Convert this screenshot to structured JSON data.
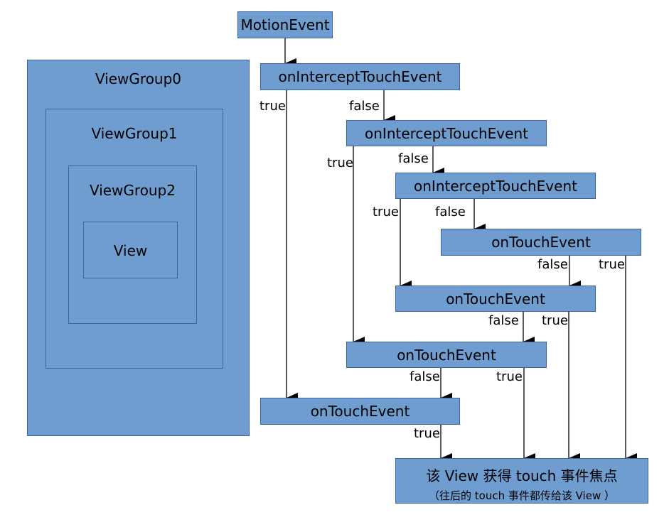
{
  "hierarchy": {
    "viewgroup0": "ViewGroup0",
    "viewgroup1": "ViewGroup1",
    "viewgroup2": "ViewGroup2",
    "view": "View"
  },
  "flow": {
    "motion_event": "MotionEvent",
    "vg0_intercept": "onInterceptTouchEvent",
    "vg1_intercept": "onInterceptTouchEvent",
    "vg2_intercept": "onInterceptTouchEvent",
    "view_touch": "onTouchEvent",
    "vg2_touch": "onTouchEvent",
    "vg1_touch": "onTouchEvent",
    "vg0_touch": "onTouchEvent",
    "final_title": "该 View 获得 touch 事件焦点",
    "final_subtitle": "（往后的 touch 事件都传给该 View ）"
  },
  "edges": {
    "vg0_intercept_true": "true",
    "vg0_intercept_false": "false",
    "vg1_intercept_true": "true",
    "vg1_intercept_false": "false",
    "vg2_intercept_true": "true",
    "vg2_intercept_false": "false",
    "view_touch_false": "false",
    "view_touch_true": "true",
    "vg2_touch_false": "false",
    "vg2_touch_true": "true",
    "vg1_touch_false": "false",
    "vg1_touch_true": "true",
    "vg0_touch_true": "true"
  },
  "colors": {
    "box_fill": "#6f9dd0",
    "box_border": "#3a64a6",
    "arrow": "#000000"
  }
}
